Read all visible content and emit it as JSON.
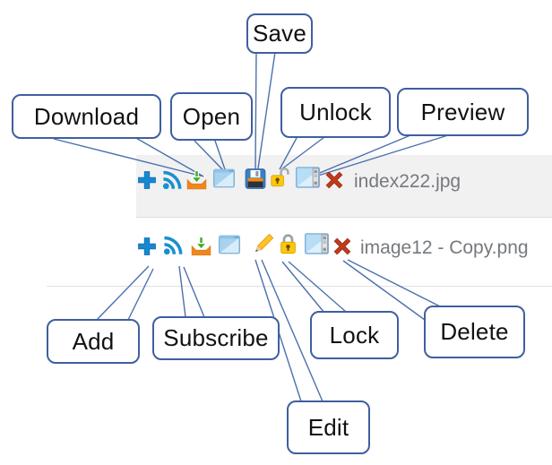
{
  "callouts": {
    "download": {
      "label": "Download"
    },
    "open": {
      "label": "Open"
    },
    "save": {
      "label": "Save"
    },
    "unlock": {
      "label": "Unlock"
    },
    "preview": {
      "label": "Preview"
    },
    "add": {
      "label": "Add"
    },
    "subscribe": {
      "label": "Subscribe"
    },
    "lock": {
      "label": "Lock"
    },
    "delete": {
      "label": "Delete"
    },
    "edit": {
      "label": "Edit"
    }
  },
  "rows": {
    "row1": {
      "filename": "index222.jpg",
      "icons": [
        "add",
        "subscribe",
        "download",
        "open",
        "save",
        "unlock",
        "preview",
        "delete"
      ]
    },
    "row2": {
      "filename": "image12 - Copy.png",
      "icons": [
        "add",
        "subscribe",
        "download",
        "open",
        "edit",
        "lock",
        "preview",
        "delete"
      ]
    }
  },
  "colors": {
    "callout_border": "#3f5f9f",
    "tail_line": "#4c70ad",
    "row_background": "#f1f1f2",
    "filename_text": "#76797d",
    "accent_blue": "#1a8fd1",
    "download_orange": "#ee871e",
    "padlock_yellow": "#fbc70f",
    "delete_red": "#c03b1c",
    "pencil_yellow": "#ffc423"
  }
}
